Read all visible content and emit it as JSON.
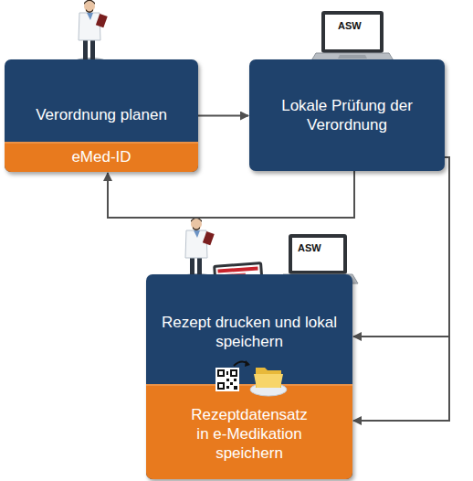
{
  "diagram": {
    "nodes": [
      {
        "text": [
          "Verordnung planen"
        ]
      },
      {
        "text": [
          "eMed-ID"
        ],
        "in": 0
      },
      {
        "text": [
          "Lokale Prüfung der Verordnung"
        ]
      },
      {
        "text": [
          "Rezept drucken und lokal speichern"
        ]
      },
      {
        "text": [
          "Rezeptdatensatz in e-Medikation speichern"
        ],
        "in": 3
      }
    ],
    "edges": [
      {
        "from": 0,
        "to": 2,
        "arrow": "to"
      },
      {
        "from": 2,
        "to": 0,
        "arrow": "to"
      },
      {
        "from": 2,
        "to": 3,
        "arrow": "to"
      },
      {
        "from": 2,
        "to": 4,
        "arrow": "to"
      }
    ],
    "labels": [
      "ASW",
      "ASW"
    ]
  }
}
